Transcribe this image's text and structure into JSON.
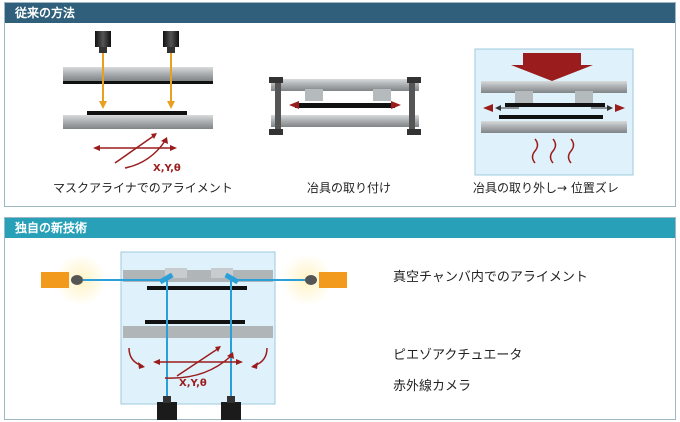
{
  "section1": {
    "title": "従来の方法",
    "captions": [
      "マスクアライナでのアライメント",
      "冶具の取り付け",
      "冶具の取り外し→ 位置ズレ"
    ],
    "axis_label": "X,Y,θ"
  },
  "section2": {
    "title": "独自の新技術",
    "axis_label": "X,Y,θ",
    "labels": [
      "真空チャンバ内でのアライメント",
      "ピエゾアクチュエータ",
      "赤外線カメラ"
    ]
  },
  "colors": {
    "header_dark": "#2f5f7a",
    "header_teal": "#27a0b8",
    "arrow_red": "#9b1c1c",
    "beam_orange": "#e8a020",
    "beam_blue": "#2a9fd8",
    "chamber_fill": "#dff2fb"
  }
}
